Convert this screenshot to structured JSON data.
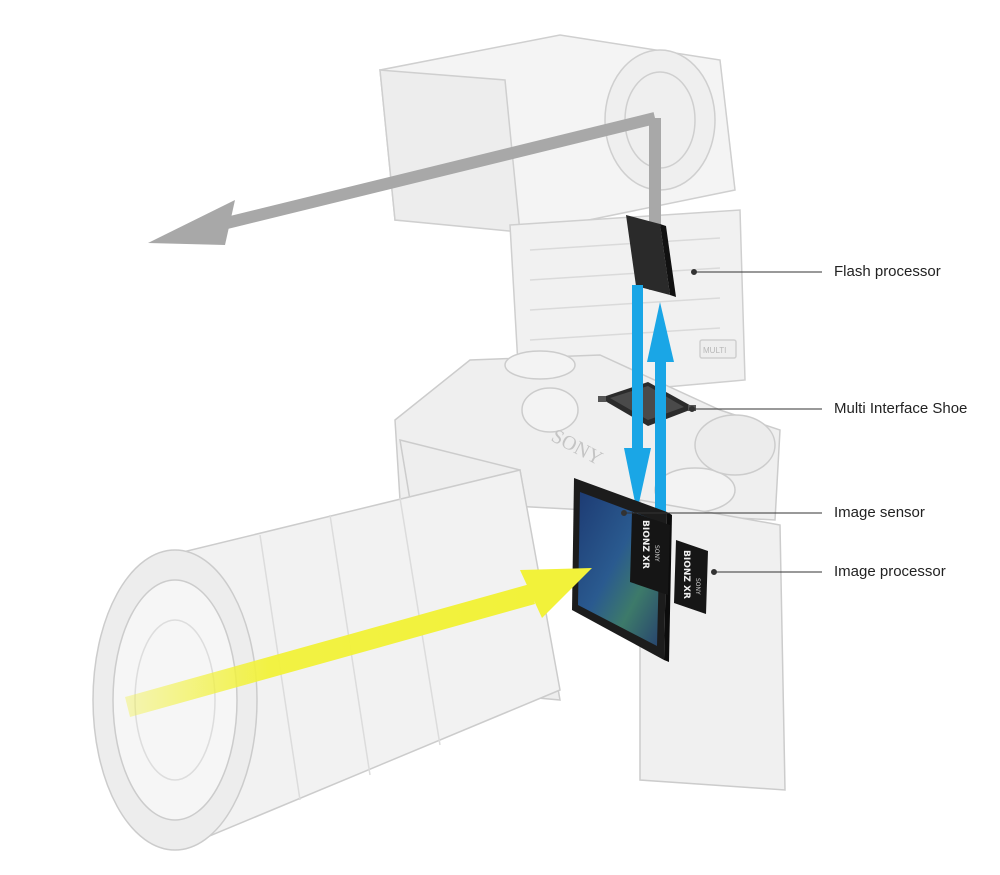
{
  "labels": {
    "flash_processor": "Flash processor",
    "multi_interface_shoe": "Multi Interface Shoe",
    "image_sensor": "Image sensor",
    "image_processor": "Image processor"
  },
  "chips": {
    "sensor_brand": "BIONZ XR",
    "sensor_maker": "SONY",
    "processor_brand": "BIONZ XR",
    "processor_maker": "SONY",
    "camera_body_logo": "SONY",
    "flash_badge": "MULTI"
  },
  "colors": {
    "light_arrow": "#f2f23a",
    "signal_arrow": "#1aa6e6",
    "flash_arrow": "#a8a8a8",
    "ghost_outline": "#c9c9c9",
    "callout_line": "#333333"
  }
}
